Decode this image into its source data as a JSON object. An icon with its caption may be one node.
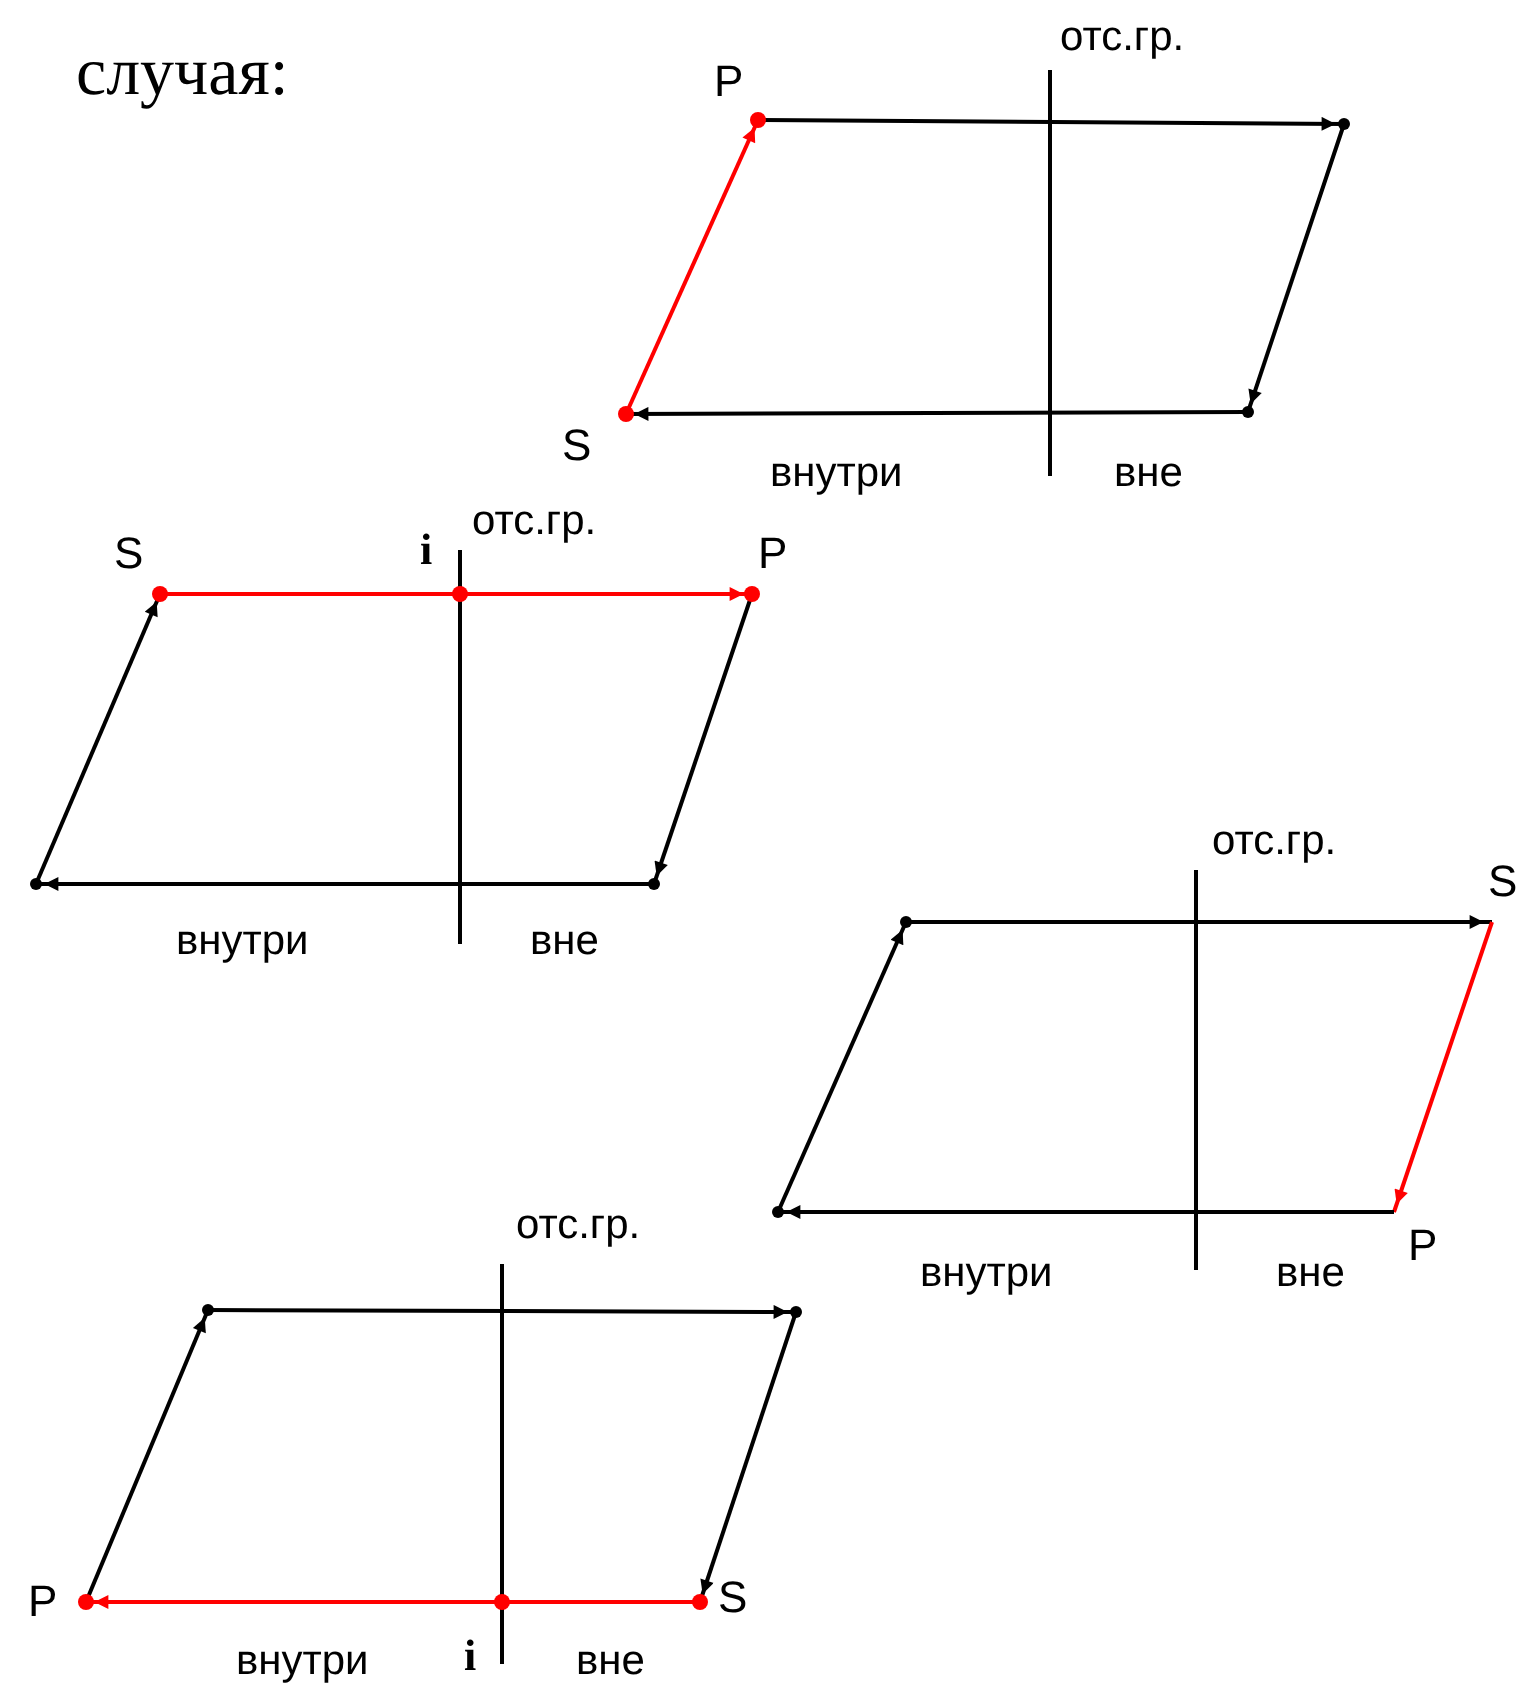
{
  "diagram": {
    "nodes": [
      {
        "text": [
          "P"
        ]
      },
      {
        "text": [],
        "shape": "point"
      },
      {
        "text": [],
        "shape": "point"
      },
      {
        "text": [
          "S"
        ]
      },
      {
        "text": [
          "S"
        ]
      },
      {
        "text": [
          "P"
        ]
      },
      {
        "text": [],
        "shape": "point"
      },
      {
        "text": [],
        "shape": "point"
      },
      {
        "text": [],
        "shape": "point"
      },
      {
        "text": [
          "S"
        ]
      },
      {
        "text": [
          "P"
        ]
      },
      {
        "text": [],
        "shape": "point"
      },
      {
        "text": [],
        "shape": "point"
      },
      {
        "text": [],
        "shape": "point"
      },
      {
        "text": [
          "P"
        ]
      },
      {
        "text": [
          "S"
        ]
      }
    ],
    "edges": [
      {
        "from": 3,
        "to": 0,
        "arrow": "to",
        "color": "#ff0000"
      },
      {
        "from": 0,
        "to": 1,
        "arrow": "to"
      },
      {
        "from": 1,
        "to": 2,
        "arrow": "to"
      },
      {
        "from": 2,
        "to": 3,
        "arrow": "to"
      },
      {
        "from": 4,
        "to": 5,
        "arrow": "to",
        "color": "#ff0000"
      },
      {
        "from": 5,
        "to": 6,
        "arrow": "to"
      },
      {
        "from": 6,
        "to": 7,
        "arrow": "to"
      },
      {
        "from": 7,
        "to": 4,
        "arrow": "to"
      },
      {
        "from": 8,
        "to": 9,
        "arrow": "to"
      },
      {
        "from": 9,
        "to": 10,
        "arrow": "to",
        "color": "#ff0000"
      },
      {
        "from": 10,
        "to": 11,
        "arrow": "to"
      },
      {
        "from": 11,
        "to": 8,
        "arrow": "to"
      },
      {
        "from": 12,
        "to": 13,
        "arrow": "to"
      },
      {
        "from": 13,
        "to": 15,
        "arrow": "to"
      },
      {
        "from": 15,
        "to": 14,
        "arrow": "to",
        "color": "#ff0000"
      },
      {
        "from": 14,
        "to": 12,
        "arrow": "to"
      }
    ],
    "labels": [
      "случая:",
      "отс.гр.",
      "внутри",
      "вне",
      "отс.гр.",
      "i",
      "внутри",
      "вне",
      "отс.гр.",
      "внутри",
      "вне",
      "отс.гр.",
      "внутри",
      "i",
      "вне"
    ]
  }
}
